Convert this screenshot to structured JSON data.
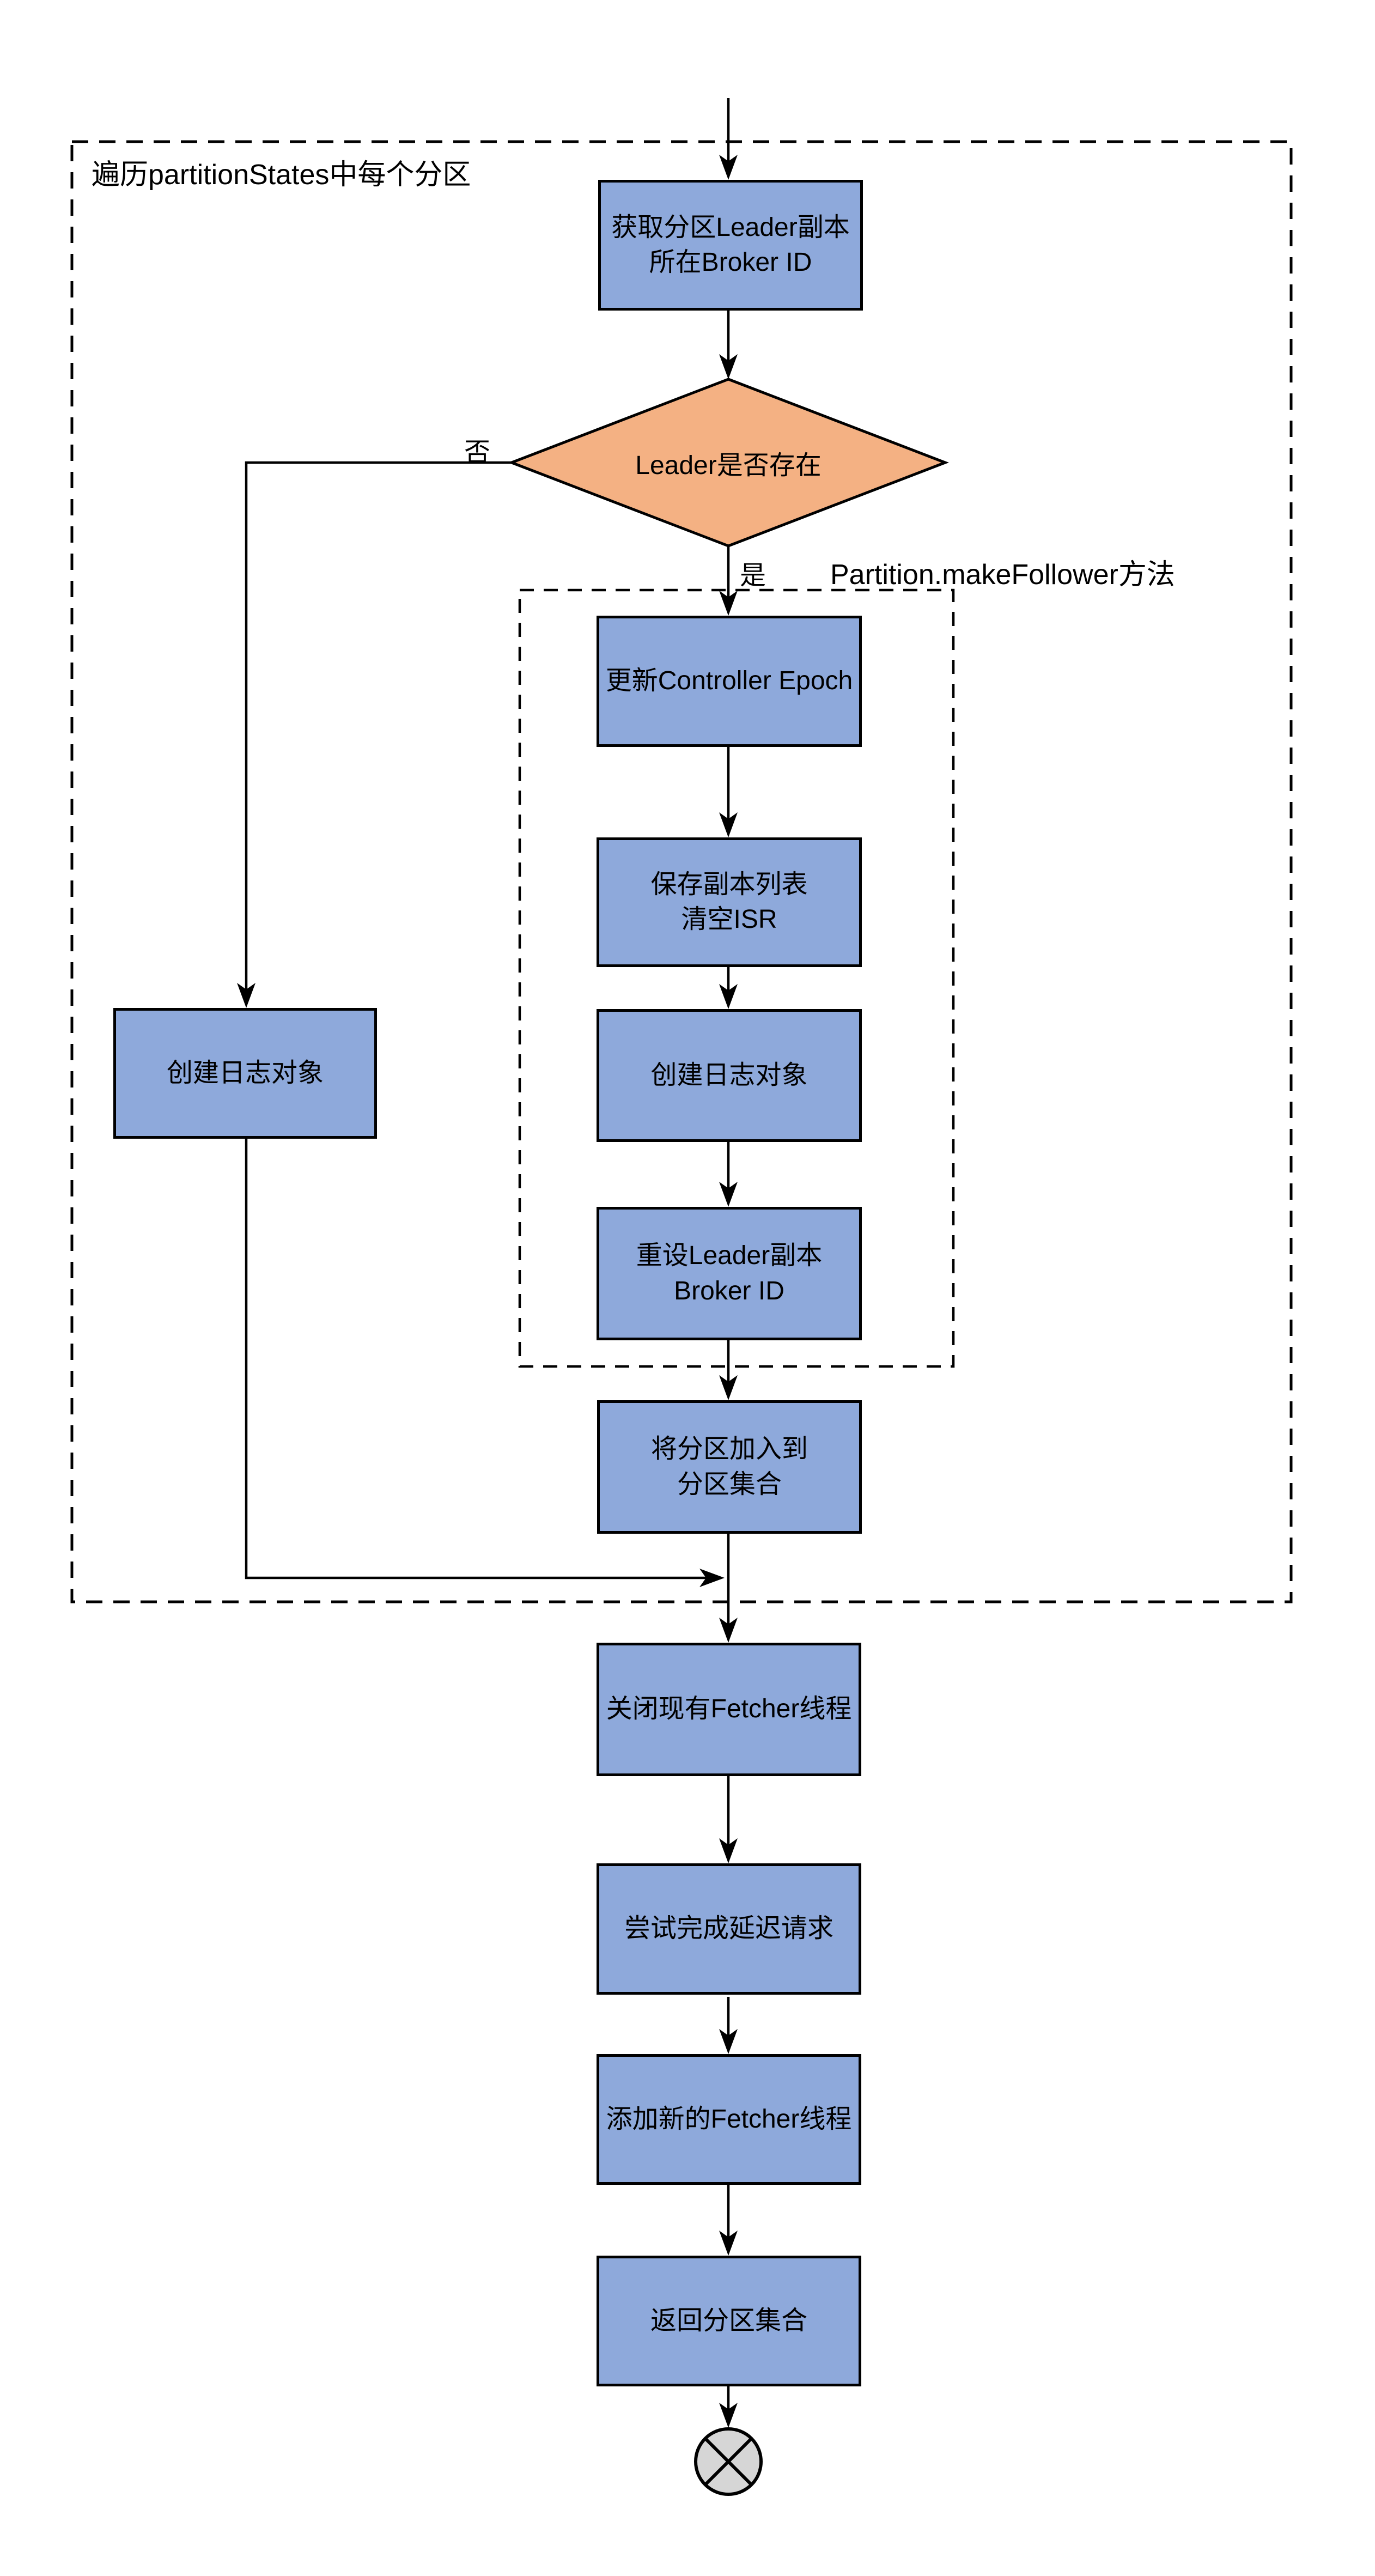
{
  "diagram": {
    "labels": {
      "outer_group": "遍历partitionStates中每个分区",
      "inner_group": "Partition.makeFollower方法",
      "no": "否",
      "yes": "是"
    },
    "nodes": {
      "get_leader_broker": {
        "lines": [
          "获取分区Leader副本",
          "所在Broker ID"
        ]
      },
      "leader_exists": {
        "lines": [
          "Leader是否存在"
        ]
      },
      "update_controller_epoch": {
        "lines": [
          "更新Controller Epoch"
        ]
      },
      "save_replica_clear_isr": {
        "lines": [
          "保存副本列表",
          "清空ISR"
        ]
      },
      "create_log_follower": {
        "lines": [
          "创建日志对象"
        ]
      },
      "reset_leader_broker": {
        "lines": [
          "重设Leader副本",
          "Broker ID"
        ]
      },
      "create_log_no_leader": {
        "lines": [
          "创建日志对象"
        ]
      },
      "add_partition_to_set": {
        "lines": [
          "将分区加入到",
          "分区集合"
        ]
      },
      "close_fetchers": {
        "lines": [
          "关闭现有Fetcher线程"
        ]
      },
      "complete_delayed_requests": {
        "lines": [
          "尝试完成延迟请求"
        ]
      },
      "add_fetchers": {
        "lines": [
          "添加新的Fetcher线程"
        ]
      },
      "return_partition_set": {
        "lines": [
          "返回分区集合"
        ]
      }
    },
    "colors": {
      "process_fill": "#8EA9DB",
      "decision_fill": "#F4B183",
      "terminal_fill": "#D6D6D6",
      "line_color": "#000000"
    }
  }
}
